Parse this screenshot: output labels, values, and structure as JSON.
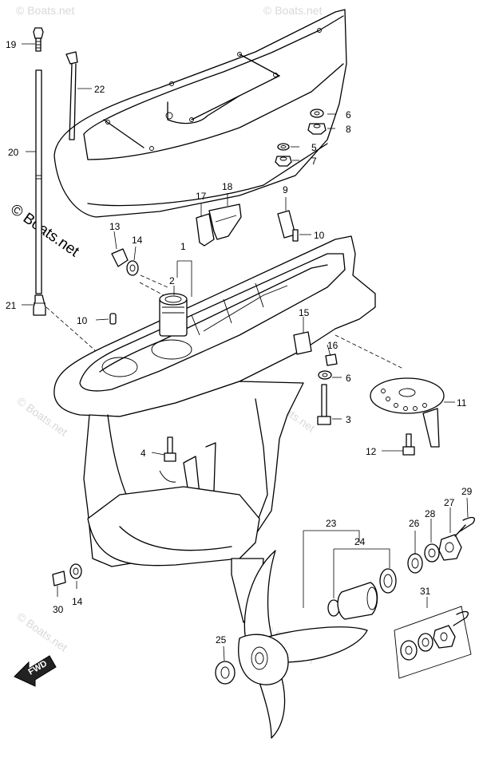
{
  "watermark": {
    "main": "© Boats.net",
    "faint": "© Boats.net"
  },
  "direction_badge": "FWD",
  "callouts": [
    {
      "id": "19",
      "label": "19"
    },
    {
      "id": "22",
      "label": "22"
    },
    {
      "id": "20",
      "label": "20"
    },
    {
      "id": "21",
      "label": "21"
    },
    {
      "id": "6a",
      "label": "6"
    },
    {
      "id": "8",
      "label": "8"
    },
    {
      "id": "5",
      "label": "5"
    },
    {
      "id": "7",
      "label": "7"
    },
    {
      "id": "17",
      "label": "17"
    },
    {
      "id": "18",
      "label": "18"
    },
    {
      "id": "9",
      "label": "9"
    },
    {
      "id": "10a",
      "label": "10"
    },
    {
      "id": "13",
      "label": "13"
    },
    {
      "id": "14a",
      "label": "14"
    },
    {
      "id": "1",
      "label": "1"
    },
    {
      "id": "2",
      "label": "2"
    },
    {
      "id": "10b",
      "label": "10"
    },
    {
      "id": "15",
      "label": "15"
    },
    {
      "id": "16",
      "label": "16"
    },
    {
      "id": "6b",
      "label": "6"
    },
    {
      "id": "11",
      "label": "11"
    },
    {
      "id": "3",
      "label": "3"
    },
    {
      "id": "4",
      "label": "4"
    },
    {
      "id": "12",
      "label": "12"
    },
    {
      "id": "29",
      "label": "29"
    },
    {
      "id": "23",
      "label": "23"
    },
    {
      "id": "26",
      "label": "26"
    },
    {
      "id": "28",
      "label": "28"
    },
    {
      "id": "27",
      "label": "27"
    },
    {
      "id": "24",
      "label": "24"
    },
    {
      "id": "14b",
      "label": "14"
    },
    {
      "id": "30",
      "label": "30"
    },
    {
      "id": "31",
      "label": "31"
    },
    {
      "id": "25",
      "label": "25"
    }
  ]
}
